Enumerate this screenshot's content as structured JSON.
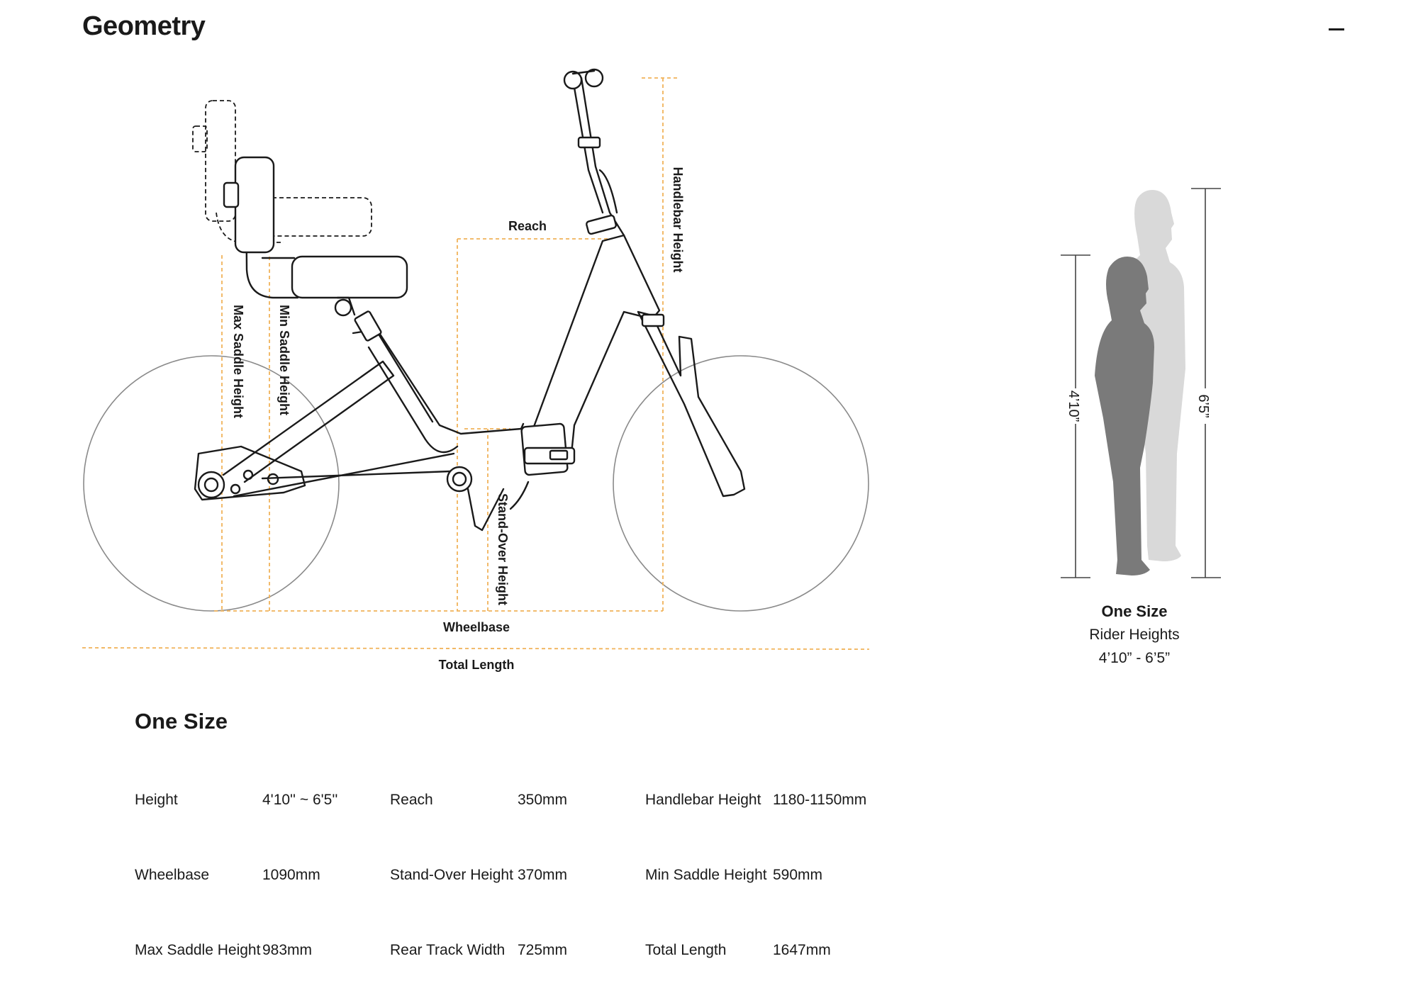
{
  "header": {
    "title": "Geometry",
    "collapse_icon": "minus-icon"
  },
  "diagram": {
    "labels": {
      "reach": "Reach",
      "handlebar_height": "Handlebar Height",
      "max_saddle_height": "Max Saddle Height",
      "min_saddle_height": "Min Saddle Height",
      "stand_over_height": "Stand-Over Height",
      "wheelbase": "Wheelbase",
      "total_length": "Total Length"
    },
    "colors": {
      "dimension_line": "#f1b35a",
      "frame": "#1a1a1a",
      "wheel": "#8a8a8a"
    }
  },
  "riders": {
    "min_height_label": "4’10”",
    "max_height_label": "6’5”",
    "size": "One Size",
    "caption": "Rider Heights",
    "range": "4’10” - 6’5”",
    "colors": {
      "short_rider": "#7a7a7a",
      "tall_rider": "#d9d9d9"
    }
  },
  "specs": {
    "title": "One Size",
    "rows": [
      [
        {
          "label": "Height",
          "value": "4'10'' ~ 6'5''"
        },
        {
          "label": "Reach",
          "value": "350mm"
        },
        {
          "label": "Handlebar Height",
          "value": "1180-1150mm"
        }
      ],
      [
        {
          "label": "Wheelbase",
          "value": "1090mm"
        },
        {
          "label": "Stand-Over Height",
          "value": "370mm"
        },
        {
          "label": "Min Saddle Height",
          "value": "590mm"
        }
      ],
      [
        {
          "label": "Max Saddle Height",
          "value": "983mm"
        },
        {
          "label": "Rear Track Width",
          "value": "725mm"
        },
        {
          "label": "Total Length",
          "value": "1647mm"
        }
      ]
    ]
  }
}
